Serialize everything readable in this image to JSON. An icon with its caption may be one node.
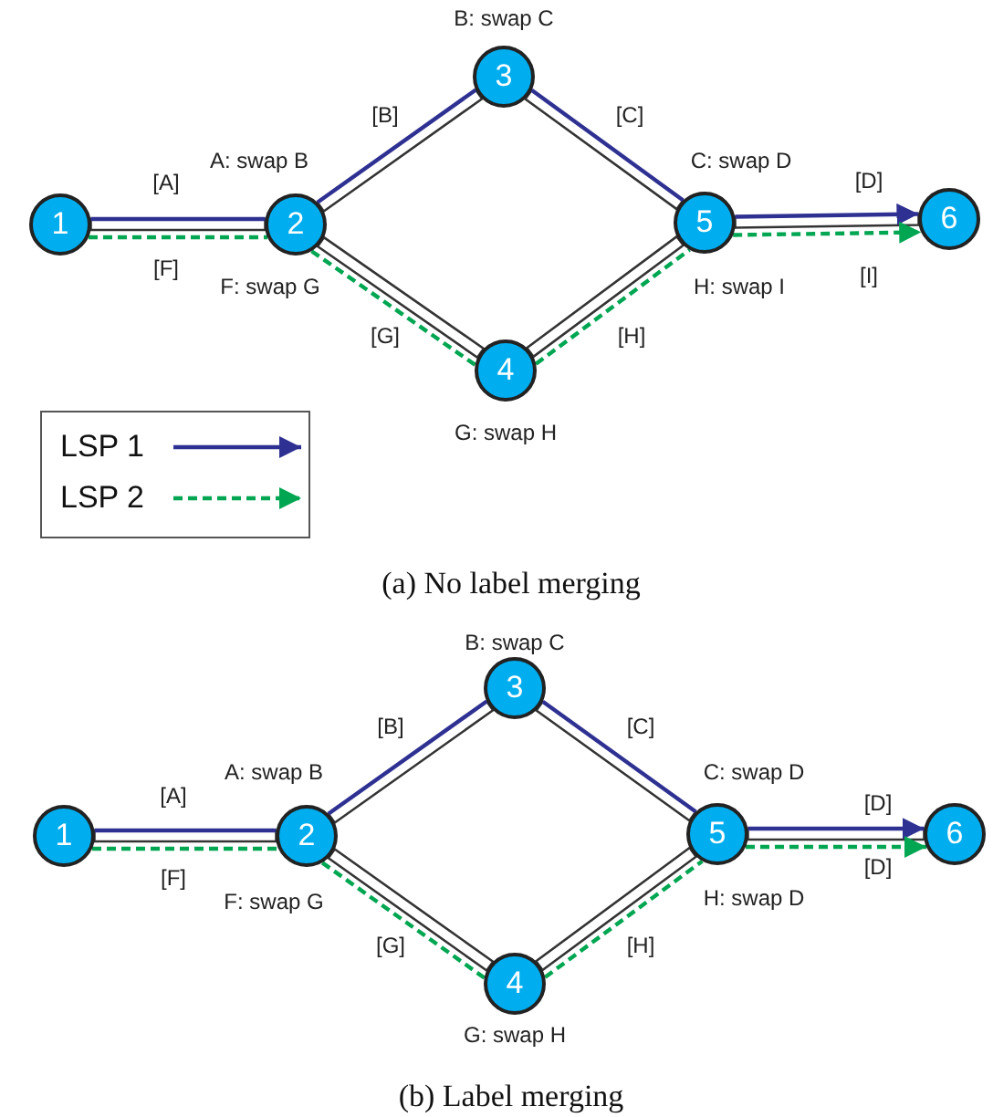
{
  "diagram": {
    "nodes": [
      {
        "text": [
          "1"
        ]
      },
      {
        "text": [
          "2"
        ],
        "beside": [
          "A: swap B",
          "F: swap G"
        ]
      },
      {
        "text": [
          "3"
        ],
        "beside": [
          "B: swap C"
        ]
      },
      {
        "text": [
          "4"
        ],
        "beside": [
          "G: swap H"
        ]
      },
      {
        "text": [
          "5"
        ],
        "beside": [
          "C: swap D",
          "H: swap I"
        ]
      },
      {
        "text": [
          "6"
        ]
      },
      {
        "text": [
          "1"
        ]
      },
      {
        "text": [
          "2"
        ],
        "beside": [
          "A: swap B",
          "F: swap G"
        ]
      },
      {
        "text": [
          "3"
        ],
        "beside": [
          "B: swap C"
        ]
      },
      {
        "text": [
          "4"
        ],
        "beside": [
          "G: swap H"
        ]
      },
      {
        "text": [
          "5"
        ],
        "beside": [
          "C: swap D",
          "H: swap D"
        ]
      },
      {
        "text": [
          "6"
        ]
      }
    ],
    "edges": [
      {
        "from": 0,
        "to": 1,
        "arrow": "none"
      },
      {
        "from": 1,
        "to": 2,
        "arrow": "none"
      },
      {
        "from": 2,
        "to": 4,
        "arrow": "none"
      },
      {
        "from": 4,
        "to": 5,
        "arrow": "none"
      },
      {
        "from": 1,
        "to": 3,
        "arrow": "none"
      },
      {
        "from": 3,
        "to": 4,
        "arrow": "none"
      },
      {
        "from": 0,
        "to": 1,
        "arrow": "none",
        "label": "[A]",
        "color": "#2e3192"
      },
      {
        "from": 1,
        "to": 2,
        "arrow": "none",
        "label": "[B]",
        "color": "#2e3192"
      },
      {
        "from": 2,
        "to": 4,
        "arrow": "none",
        "label": "[C]",
        "color": "#2e3192"
      },
      {
        "from": 4,
        "to": 5,
        "arrow": "to",
        "label": "[D]",
        "color": "#2e3192"
      },
      {
        "from": 0,
        "to": 1,
        "arrow": "none",
        "label": "[F]",
        "style": "dashed",
        "color": "#00a651"
      },
      {
        "from": 1,
        "to": 3,
        "arrow": "none",
        "label": "[G]",
        "style": "dashed",
        "color": "#00a651"
      },
      {
        "from": 3,
        "to": 4,
        "arrow": "none",
        "label": "[H]",
        "style": "dashed",
        "color": "#00a651"
      },
      {
        "from": 4,
        "to": 5,
        "arrow": "to",
        "label": "[I]",
        "style": "dashed",
        "color": "#00a651"
      },
      {
        "from": 6,
        "to": 7,
        "arrow": "none"
      },
      {
        "from": 7,
        "to": 8,
        "arrow": "none"
      },
      {
        "from": 8,
        "to": 10,
        "arrow": "none"
      },
      {
        "from": 10,
        "to": 11,
        "arrow": "none"
      },
      {
        "from": 7,
        "to": 9,
        "arrow": "none"
      },
      {
        "from": 9,
        "to": 10,
        "arrow": "none"
      },
      {
        "from": 6,
        "to": 7,
        "arrow": "none",
        "label": "[A]",
        "color": "#2e3192"
      },
      {
        "from": 7,
        "to": 8,
        "arrow": "none",
        "label": "[B]",
        "color": "#2e3192"
      },
      {
        "from": 8,
        "to": 10,
        "arrow": "none",
        "label": "[C]",
        "color": "#2e3192"
      },
      {
        "from": 10,
        "to": 11,
        "arrow": "to",
        "label": "[D]",
        "color": "#2e3192"
      },
      {
        "from": 6,
        "to": 7,
        "arrow": "none",
        "label": "[F]",
        "style": "dashed",
        "color": "#00a651"
      },
      {
        "from": 7,
        "to": 9,
        "arrow": "none",
        "label": "[G]",
        "style": "dashed",
        "color": "#00a651"
      },
      {
        "from": 9,
        "to": 10,
        "arrow": "none",
        "label": "[H]",
        "style": "dashed",
        "color": "#00a651"
      },
      {
        "from": 10,
        "to": 11,
        "arrow": "to",
        "label": "[D]",
        "style": "dashed",
        "color": "#00a651"
      }
    ],
    "labels": [
      "(a) No label merging",
      "(b) Label merging"
    ],
    "legend": [
      {
        "text": "LSP 1"
      },
      {
        "text": "LSP 2"
      }
    ]
  }
}
